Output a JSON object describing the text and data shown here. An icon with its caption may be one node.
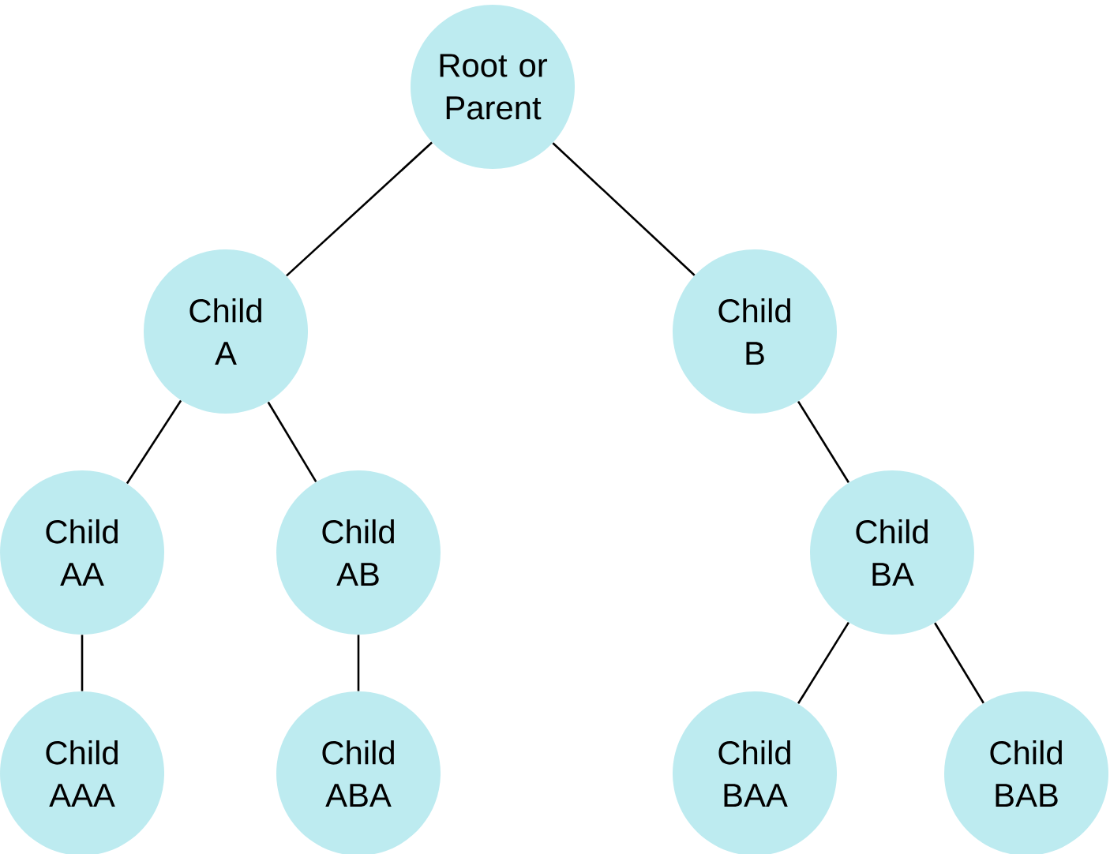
{
  "diagram": {
    "nodes": [
      {
        "text": [
          "Root or Parent"
        ]
      },
      {
        "text": [
          "Child A"
        ]
      },
      {
        "text": [
          "Child B"
        ]
      },
      {
        "text": [
          "Child AA"
        ]
      },
      {
        "text": [
          "Child AB"
        ]
      },
      {
        "text": [
          "Child BA"
        ]
      },
      {
        "text": [
          "Child AAA"
        ]
      },
      {
        "text": [
          "Child ABA"
        ]
      },
      {
        "text": [
          "Child BAA"
        ]
      },
      {
        "text": [
          "Child BAB"
        ]
      }
    ],
    "edges": [
      {
        "from": 0,
        "to": 1,
        "arrow": "none"
      },
      {
        "from": 0,
        "to": 2,
        "arrow": "none"
      },
      {
        "from": 1,
        "to": 3,
        "arrow": "none"
      },
      {
        "from": 1,
        "to": 4,
        "arrow": "none"
      },
      {
        "from": 2,
        "to": 5,
        "arrow": "none"
      },
      {
        "from": 3,
        "to": 6,
        "arrow": "none"
      },
      {
        "from": 4,
        "to": 7,
        "arrow": "none"
      },
      {
        "from": 5,
        "to": 8,
        "arrow": "none"
      },
      {
        "from": 5,
        "to": 9,
        "arrow": "none"
      }
    ]
  }
}
